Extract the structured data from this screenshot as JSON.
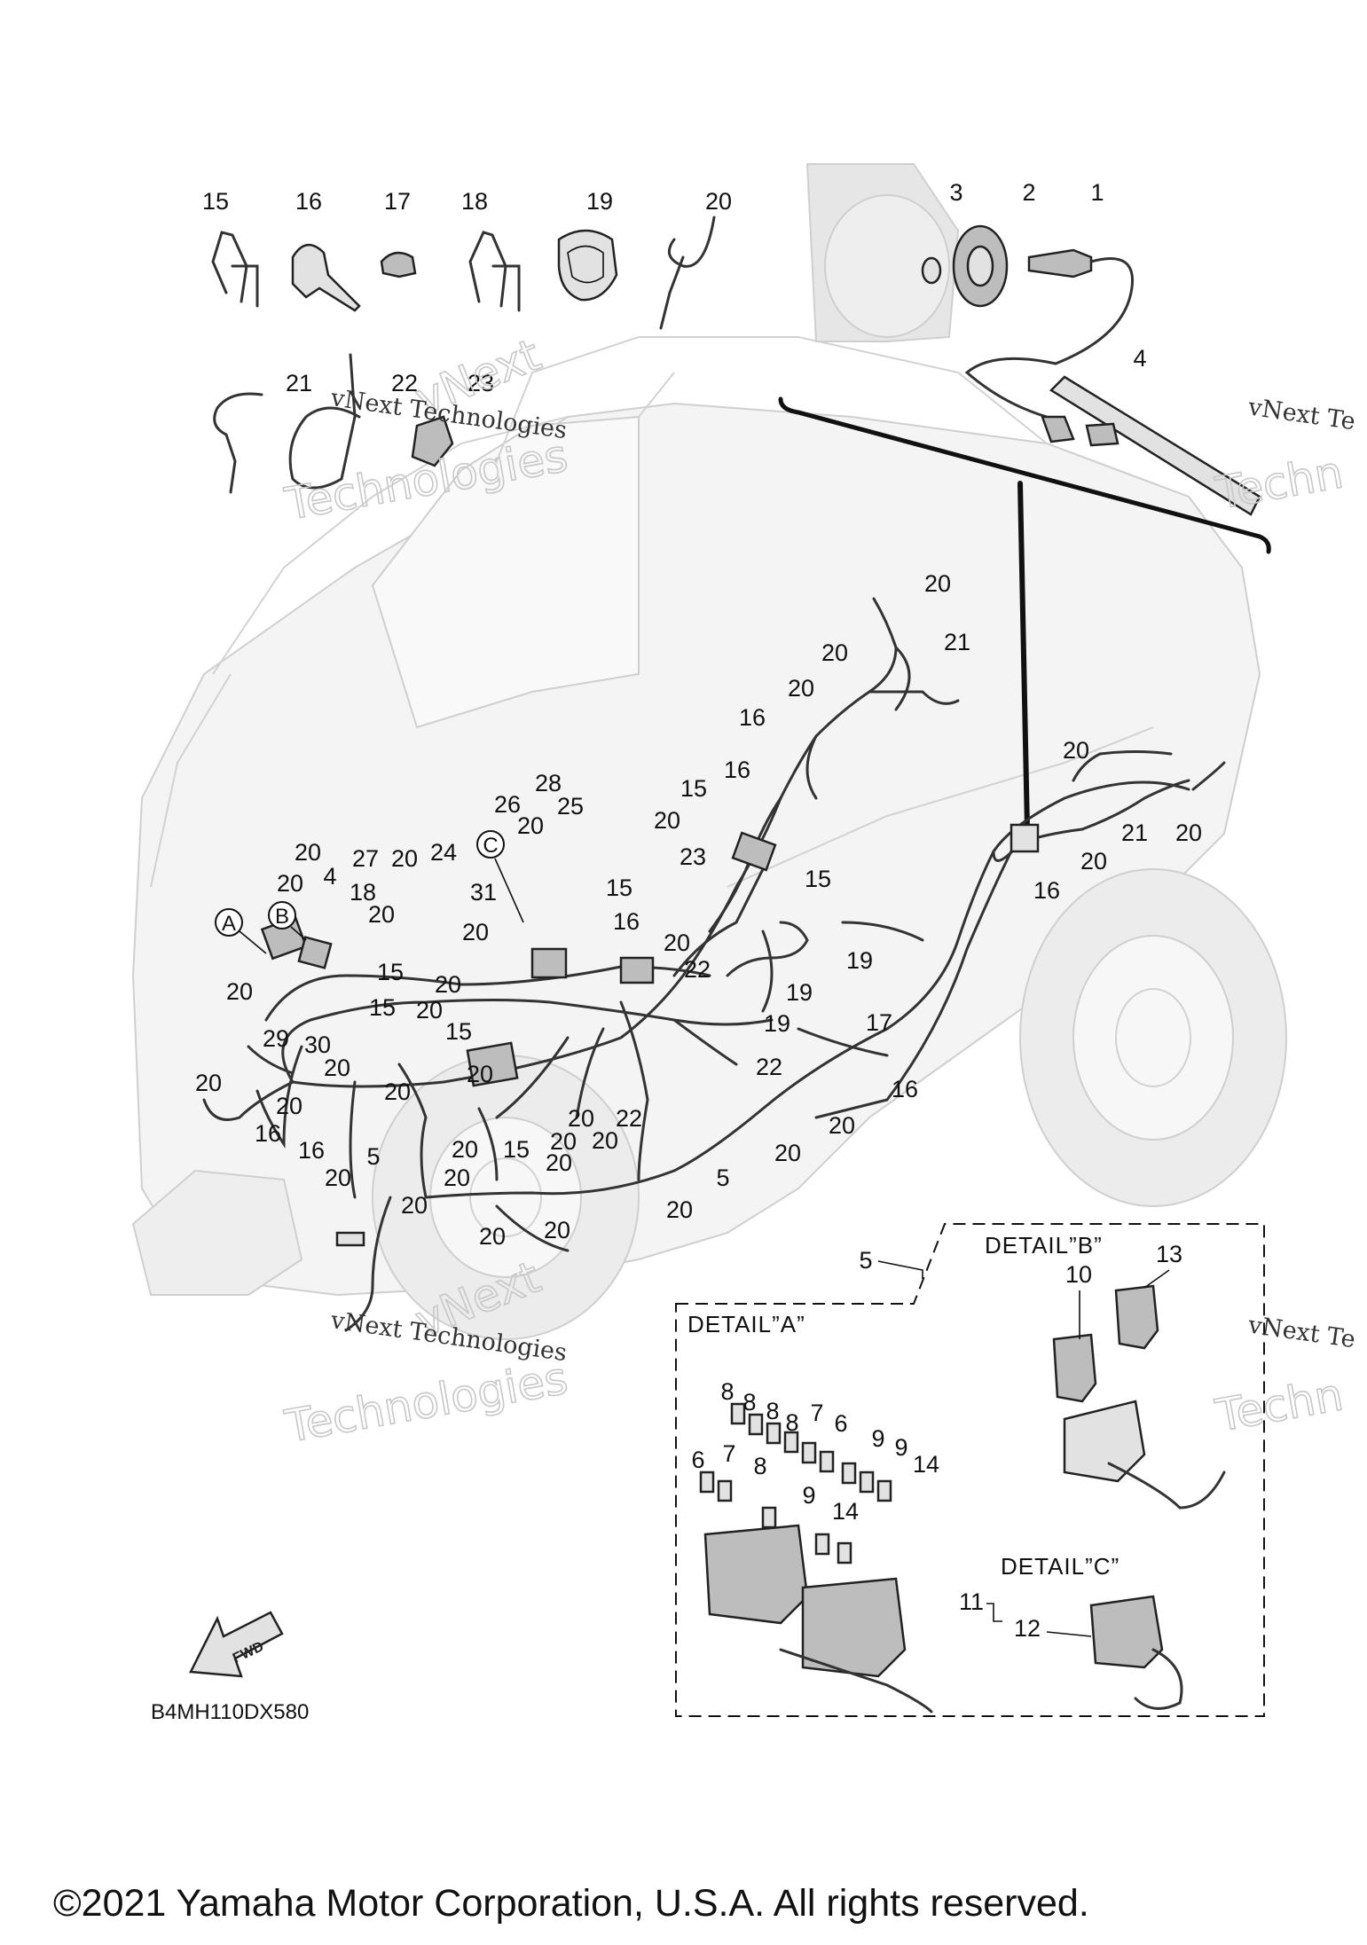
{
  "callouts": {
    "top_row": [
      "15",
      "16",
      "17",
      "18",
      "19",
      "20"
    ],
    "sensor": [
      "1",
      "2",
      "3",
      "4"
    ],
    "second_row": [
      "21",
      "22",
      "23"
    ],
    "harness": [
      "20",
      "21",
      "20",
      "20",
      "16",
      "20",
      "21",
      "20",
      "16",
      "15",
      "16",
      "20",
      "16",
      "15",
      "28",
      "26",
      "20",
      "25",
      "20",
      "27",
      "20",
      "24",
      "20",
      "4",
      "18",
      "31",
      "20",
      "23",
      "15",
      "16",
      "19",
      "20",
      "20",
      "20",
      "15",
      "20",
      "20",
      "22",
      "19",
      "19",
      "17",
      "20",
      "29",
      "30",
      "15",
      "15",
      "20",
      "20",
      "20",
      "20",
      "20",
      "22",
      "22",
      "16",
      "20",
      "20",
      "20",
      "20",
      "16",
      "20",
      "16",
      "5",
      "20",
      "20",
      "15",
      "20",
      "20",
      "20",
      "20",
      "5",
      "20",
      "20",
      "20",
      "20",
      "20"
    ],
    "detail_a": [
      "8",
      "8",
      "8",
      "8",
      "7",
      "6",
      "6",
      "7",
      "8",
      "9",
      "9",
      "14",
      "9",
      "14"
    ],
    "detail_b": [
      "5",
      "10",
      "13"
    ],
    "detail_c": [
      "11",
      "12"
    ]
  },
  "circle_labels": [
    "A",
    "B",
    "C"
  ],
  "detail_titles": {
    "a": "DETAIL”A”",
    "b": "DETAIL”B”",
    "c": "DETAIL”C”"
  },
  "watermarks": {
    "brand": "vNext",
    "company": "vNext Technologies",
    "technologies": "Technologies",
    "partial_1": "vNext Te",
    "partial_2": "Techn"
  },
  "fwd_label": "FWD",
  "drawing_code": "B4MH110DX580",
  "copyright": "©2021 Yamaha Motor Corporation, U.S.A. All rights reserved."
}
